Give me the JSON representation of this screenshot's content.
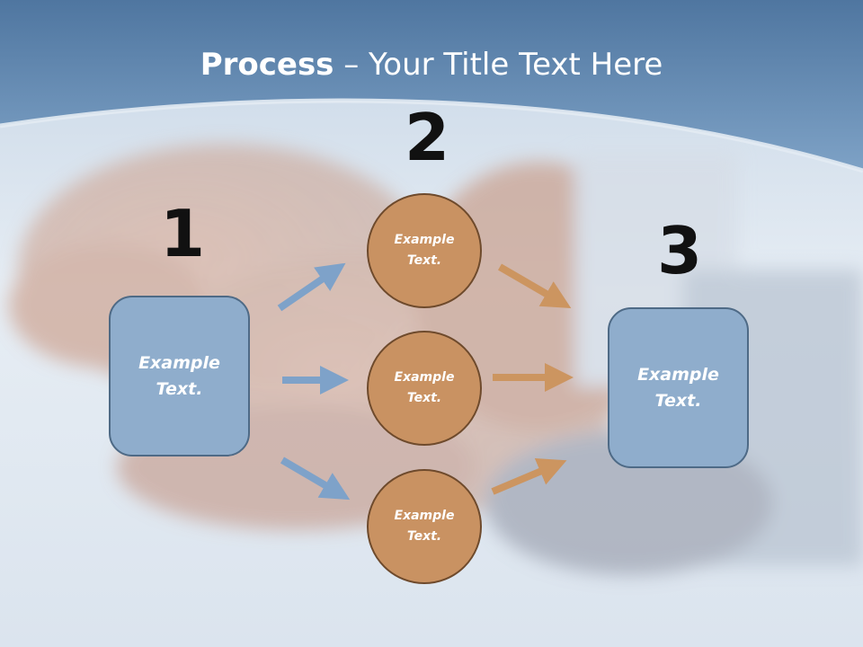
{
  "title": {
    "bold": "Process",
    "rest": " – Your Title Text Here"
  },
  "steps": {
    "one": "1",
    "two": "2",
    "three": "3"
  },
  "left_box": {
    "line1": "Example",
    "line2": "Text."
  },
  "right_box": {
    "line1": "Example",
    "line2": "Text."
  },
  "circles": [
    {
      "line1": "Example",
      "line2": "Text."
    },
    {
      "line1": "Example",
      "line2": "Text."
    },
    {
      "line1": "Example",
      "line2": "Text."
    }
  ],
  "colors": {
    "header_blue": "#6b93bd",
    "box_fill": "#8fadcc",
    "circle_fill": "#c99262",
    "blue_arrow": "#7ea2c9",
    "orange_arrow": "#cc9560"
  }
}
